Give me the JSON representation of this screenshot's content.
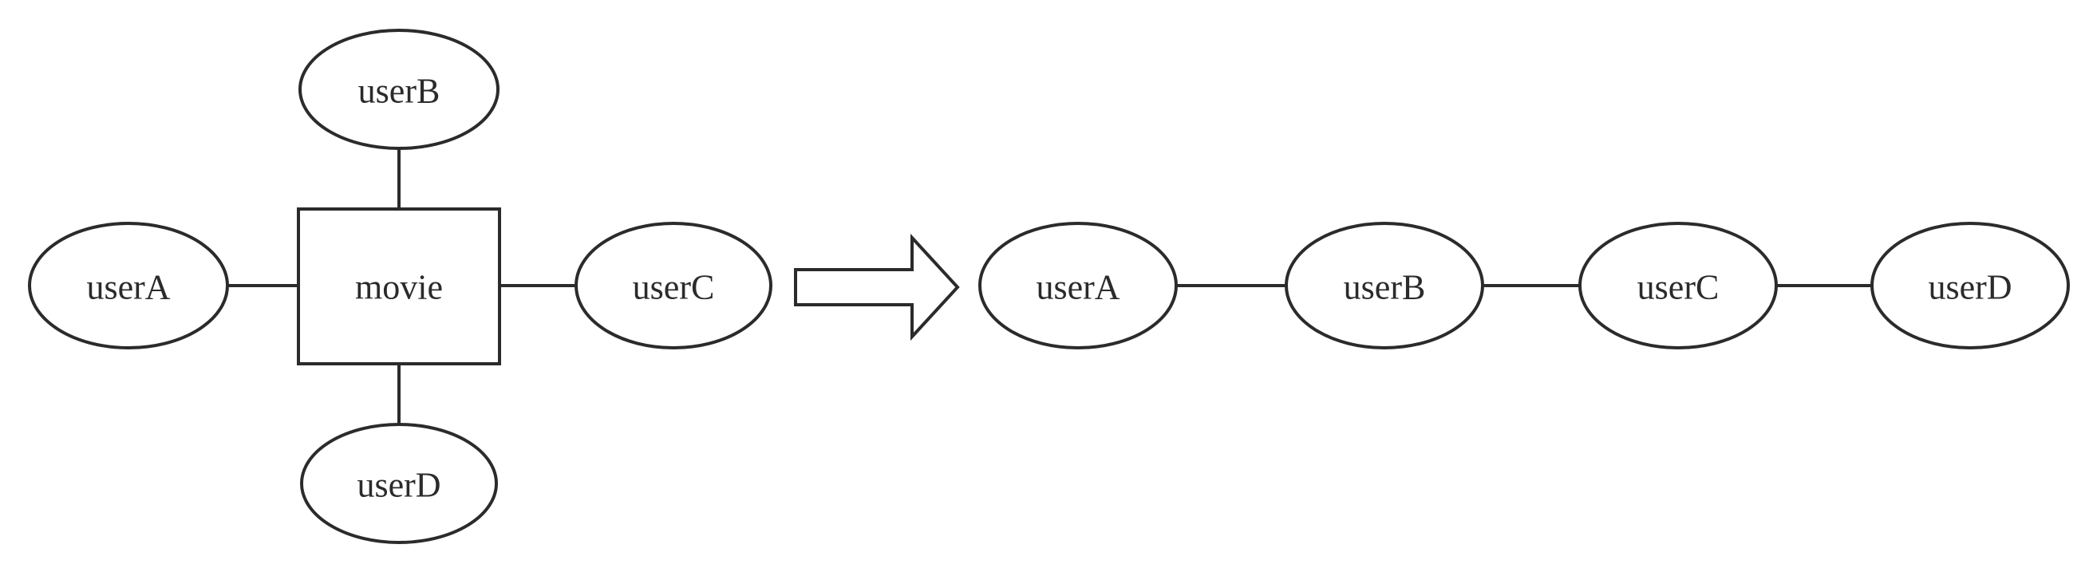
{
  "left_graph": {
    "hub": "movie",
    "users": {
      "top": "userB",
      "left": "userA",
      "right": "userC",
      "bottom": "userD"
    }
  },
  "right_graph": {
    "nodes": [
      "userA",
      "userB",
      "userC",
      "userD"
    ]
  }
}
